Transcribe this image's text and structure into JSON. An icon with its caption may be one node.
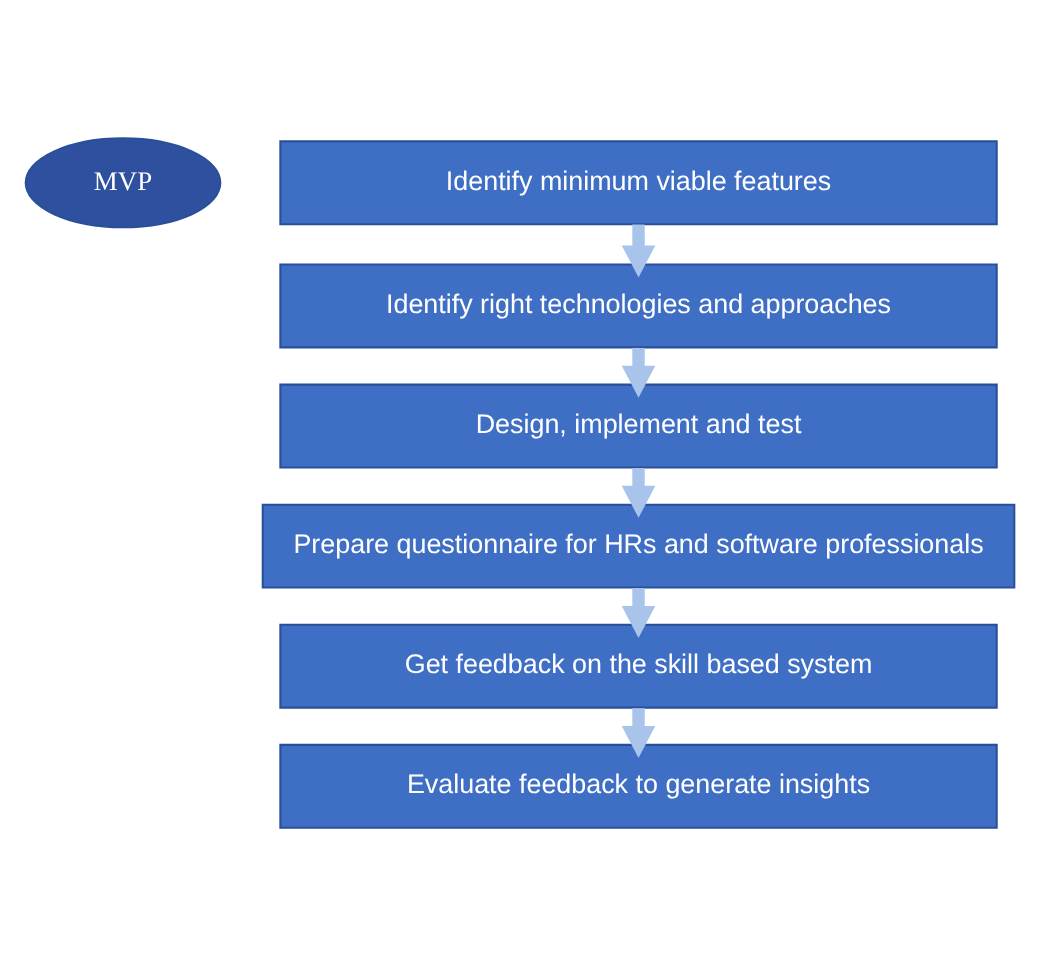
{
  "diagram": {
    "nodes": [
      {
        "text": [
          "MVP"
        ]
      },
      {
        "text": [
          "Identify minimum viable features"
        ]
      },
      {
        "text": [
          "Identify right technologies and approaches"
        ]
      },
      {
        "text": [
          "Design, implement and test"
        ]
      },
      {
        "text": [
          "Prepare questionnaire for HRs and software professionals"
        ]
      },
      {
        "text": [
          "Get feedback on the skill based system"
        ]
      },
      {
        "text": [
          "Evaluate feedback to generate insights"
        ]
      }
    ],
    "edges": [
      {
        "from": 1,
        "to": 2,
        "arrow": "to"
      },
      {
        "from": 2,
        "to": 3,
        "arrow": "to"
      },
      {
        "from": 3,
        "to": 4,
        "arrow": "to"
      },
      {
        "from": 4,
        "to": 5,
        "arrow": "to"
      },
      {
        "from": 5,
        "to": 6,
        "arrow": "to"
      }
    ]
  }
}
